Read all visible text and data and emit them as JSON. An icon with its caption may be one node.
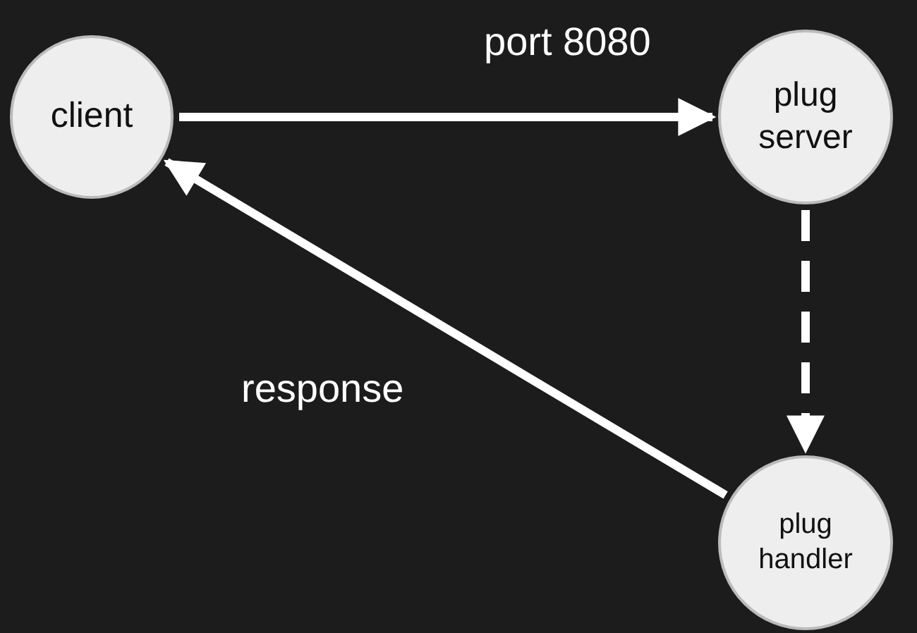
{
  "diagram": {
    "nodes": [
      {
        "text": [
          "client"
        ]
      },
      {
        "text": [
          "plug server"
        ]
      },
      {
        "text": [
          "plug handler"
        ]
      }
    ],
    "edges": [
      {
        "from": 0,
        "to": 1,
        "arrow": "to",
        "label": "port 8080"
      },
      {
        "from": 1,
        "to": 2,
        "arrow": "to",
        "style": "dashed"
      },
      {
        "from": 2,
        "to": 0,
        "arrow": "to",
        "label": "response"
      }
    ]
  }
}
